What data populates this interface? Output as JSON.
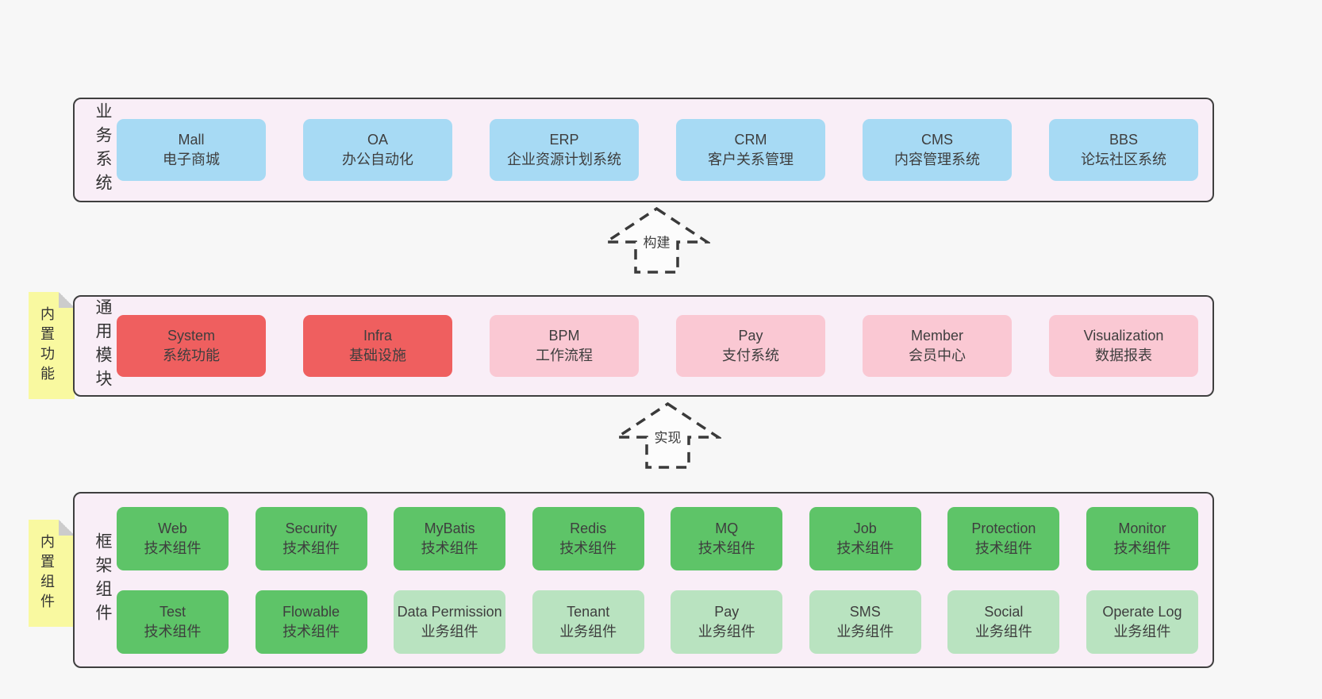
{
  "colors": {
    "page_bg": "#f7f7f7",
    "panel_bg": "#f9eef7",
    "panel_border": "#3f3f3f",
    "blue": "#a7daf4",
    "red": "#ef5f5f",
    "pink": "#fac8d3",
    "green": "#5ec468",
    "light_green": "#b9e3c0",
    "yellow": "#f9f9a0",
    "fold_gray": "#cccccc",
    "text": "#3e3e3e",
    "arrow_fill": "#fcfcfc",
    "arrow_stroke": "#3a3a3a"
  },
  "arrows": {
    "build": {
      "label": "构建"
    },
    "implement": {
      "label": "实现"
    }
  },
  "sections": {
    "business": {
      "label": "业务系统",
      "boxes": [
        {
          "name": "Mall",
          "desc": "电子商城"
        },
        {
          "name": "OA",
          "desc": "办公自动化"
        },
        {
          "name": "ERP",
          "desc": "企业资源计划系统"
        },
        {
          "name": "CRM",
          "desc": "客户关系管理"
        },
        {
          "name": "CMS",
          "desc": "内容管理系统"
        },
        {
          "name": "BBS",
          "desc": "论坛社区系统"
        }
      ]
    },
    "modules": {
      "label": "通用模块",
      "note": "内置功能",
      "boxes": [
        {
          "name": "System",
          "desc": "系统功能"
        },
        {
          "name": "Infra",
          "desc": "基础设施"
        },
        {
          "name": "BPM",
          "desc": "工作流程"
        },
        {
          "name": "Pay",
          "desc": "支付系统"
        },
        {
          "name": "Member",
          "desc": "会员中心"
        },
        {
          "name": "Visualization",
          "desc": "数据报表"
        }
      ]
    },
    "framework": {
      "label": "框架组件",
      "note": "内置组件",
      "row1": [
        {
          "name": "Web",
          "desc": "技术组件"
        },
        {
          "name": "Security",
          "desc": "技术组件"
        },
        {
          "name": "MyBatis",
          "desc": "技术组件"
        },
        {
          "name": "Redis",
          "desc": "技术组件"
        },
        {
          "name": "MQ",
          "desc": "技术组件"
        },
        {
          "name": "Job",
          "desc": "技术组件"
        },
        {
          "name": "Protection",
          "desc": "技术组件"
        },
        {
          "name": "Monitor",
          "desc": "技术组件"
        }
      ],
      "row2": [
        {
          "name": "Test",
          "desc": "技术组件"
        },
        {
          "name": "Flowable",
          "desc": "技术组件"
        },
        {
          "name": "Data Permission",
          "desc": "业务组件"
        },
        {
          "name": "Tenant",
          "desc": "业务组件"
        },
        {
          "name": "Pay",
          "desc": "业务组件"
        },
        {
          "name": "SMS",
          "desc": "业务组件"
        },
        {
          "name": "Social",
          "desc": "业务组件"
        },
        {
          "name": "Operate Log",
          "desc": "业务组件"
        }
      ]
    }
  }
}
